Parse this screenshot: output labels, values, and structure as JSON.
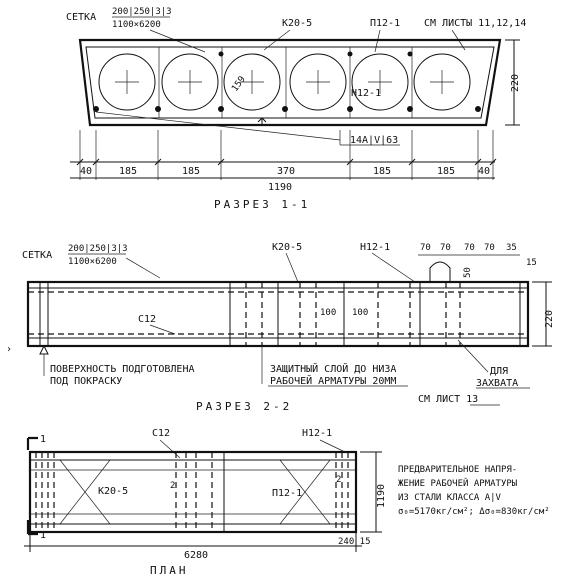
{
  "section1": {
    "mesh_label": "СЕТКА",
    "mesh_num": "200|250|3|3",
    "mesh_den": "1100×6200",
    "k_label": "К20-5",
    "p_label": "П12-1",
    "sheets_ref": "СМ ЛИСТЫ 11,12,14",
    "h_label": "Н12-1",
    "diameter": "159",
    "rebar_label": "14A|V|63",
    "height_dim": "220",
    "dims": [
      "40",
      "185",
      "185",
      "370",
      "185",
      "185",
      "40"
    ],
    "total_width": "1190",
    "title": "РАЗРЕЗ 1-1"
  },
  "section2": {
    "mesh_label": "СЕТКА",
    "mesh_num": "200|250|3|3",
    "mesh_den": "1100×6200",
    "k_label": "К20-5",
    "h_label": "Н12-1",
    "top_dims": [
      "70",
      "70",
      "70",
      "70",
      "35"
    ],
    "dim_15": "15",
    "dim_50": "50",
    "spacing": [
      "100",
      "100"
    ],
    "c_label": "С12",
    "height_dim": "220",
    "note_surface_1": "ПОВЕРХНОСТЬ ПОДГОТОВЛЕНА",
    "note_surface_2": "ПОД ПОКРАСКУ",
    "note_cover_1": "ЗАЩИТНЫЙ СЛОЙ ДО НИЗА",
    "note_cover_2": "РАБОЧЕЙ АРМАТУРЫ 20ММ",
    "note_lift_1": "ДЛЯ",
    "note_lift_2": "ЗАХВАТА",
    "sheet_ref": "СМ ЛИСТ 13",
    "title": "РАЗРЕЗ 2-2"
  },
  "plan": {
    "c_label": "С12",
    "h_label": "Н12-1",
    "k_label": "К20-5",
    "p_label": "П12-1",
    "mark_1": "1",
    "mark_2": "2",
    "width_dim": "1190",
    "length_dim": "6280",
    "end_dims": "240 15",
    "note": [
      "ПРЕДВАРИТЕЛЬНОЕ НАПРЯ-",
      "ЖЕНИЕ РАБОЧЕЙ АРМАТУРЫ",
      "ИЗ СТАЛИ КЛАССА А|V",
      "σ₀=5170кг/см²; Δσ₀=830кг/см²"
    ],
    "title": "ПЛАН"
  }
}
